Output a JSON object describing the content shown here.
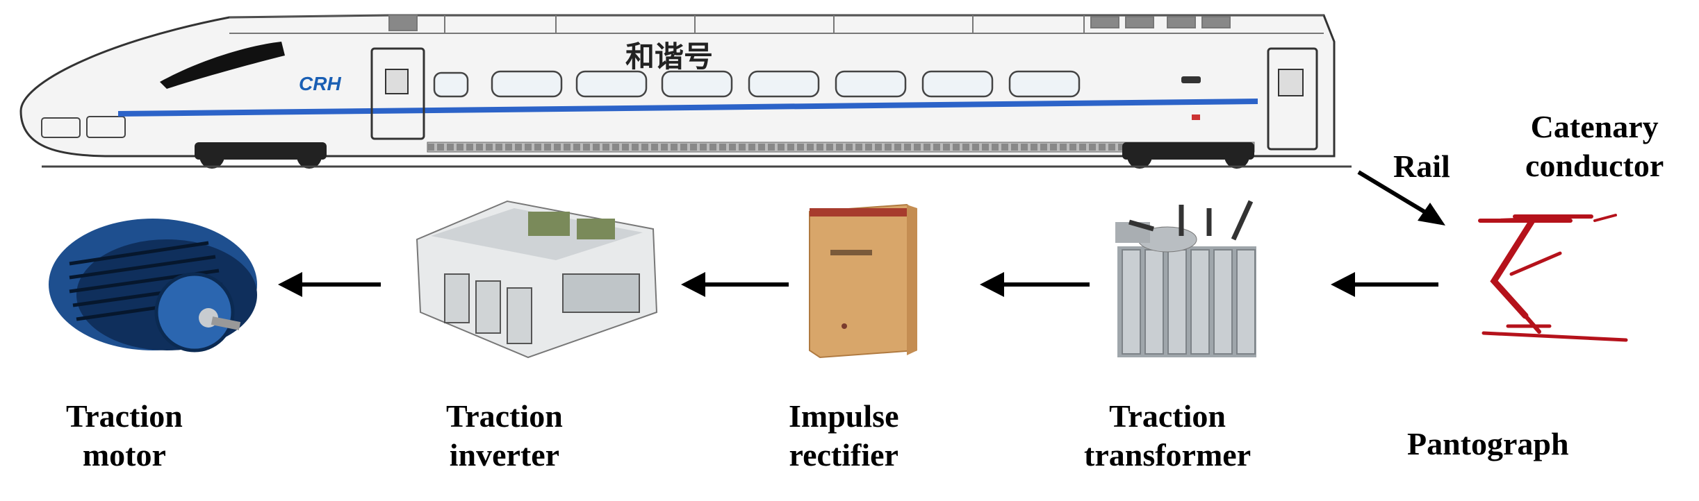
{
  "train": {
    "name_cn": "和谐号",
    "logo": "CRH"
  },
  "labels": {
    "rail": "Rail",
    "catenary": [
      "Catenary",
      "conductor"
    ],
    "pantograph": "Pantograph",
    "transformer": [
      "Traction",
      "transformer"
    ],
    "rectifier": [
      "Impulse",
      "rectifier"
    ],
    "inverter": [
      "Traction",
      "inverter"
    ],
    "motor": [
      "Traction",
      "motor"
    ]
  },
  "flow": [
    "Pantograph",
    "Traction transformer",
    "Impulse rectifier",
    "Traction inverter",
    "Traction motor"
  ],
  "colors": {
    "train_stripe": "#2c63c8",
    "pantograph": "#b5121b",
    "motor": "#1e4f8f",
    "rectifier_cabinet": "#d8a66a"
  }
}
